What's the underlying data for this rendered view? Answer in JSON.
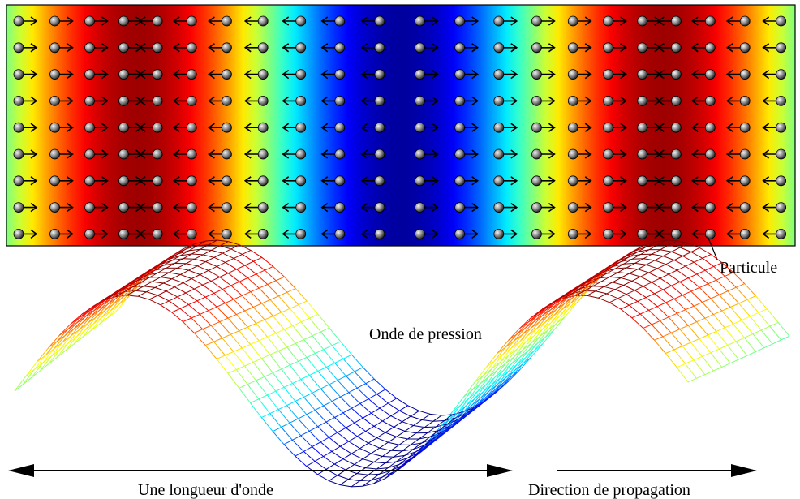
{
  "labels": {
    "particle": "Particule",
    "pressure_wave": "Onde de pression",
    "wavelength": "Une longueur d'onde",
    "propagation": "Direction de propagation"
  },
  "colors": {
    "frame": "#000000",
    "particle_fill": "#7a7a7a",
    "particle_highlight": "#f0f0f0",
    "arrow": "#000000",
    "text": "#000000"
  },
  "wave": {
    "color_scale": "jet",
    "cycles_shown": 1.5
  }
}
